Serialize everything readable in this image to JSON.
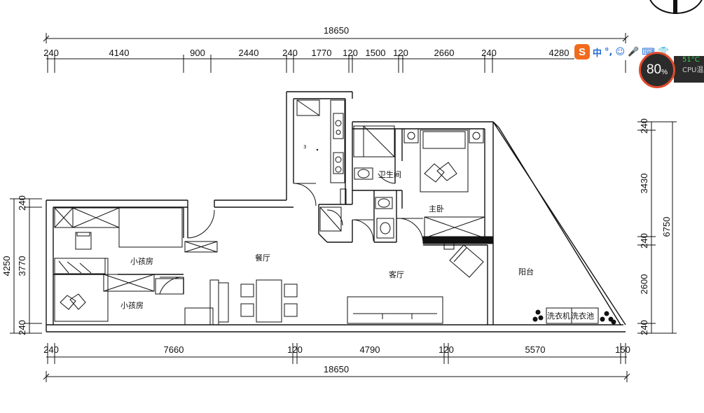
{
  "dimensions": {
    "top_total": "18650",
    "top_segments": [
      "240",
      "4140",
      "900",
      "2440",
      "240",
      "1770",
      "120",
      "1500",
      "120",
      "2660",
      "240",
      "4280"
    ],
    "bottom_segments": [
      "240",
      "7660",
      "120",
      "4790",
      "120",
      "5570",
      "150"
    ],
    "bottom_total": "18650",
    "left_total": "4250",
    "left_segments": [
      "240",
      "3770",
      "240"
    ],
    "right_segments": [
      "240",
      "3430",
      "240",
      "2600",
      "240"
    ],
    "right_total": "6750"
  },
  "rooms": {
    "kids_room_1": "小孩房",
    "kids_room_2": "小孩房",
    "dining": "餐厅",
    "living": "客厅",
    "bathroom": "卫生间",
    "master_bedroom": "主卧",
    "balcony": "阳台",
    "laundry_1": "洗衣机",
    "laundry_2": "洗衣池",
    "kitchen_mark": "3"
  },
  "ime": {
    "logo": "S",
    "items": [
      "中",
      "°,",
      "☺",
      "🎤",
      "⌨",
      "👕"
    ]
  },
  "cpu": {
    "percent": "80",
    "percent_unit": "%",
    "temp": "51°C",
    "label": "CPU温"
  },
  "colors": {
    "line": "#111111",
    "accent": "#f26b1d",
    "cpu_ring": "#e14b2d"
  }
}
